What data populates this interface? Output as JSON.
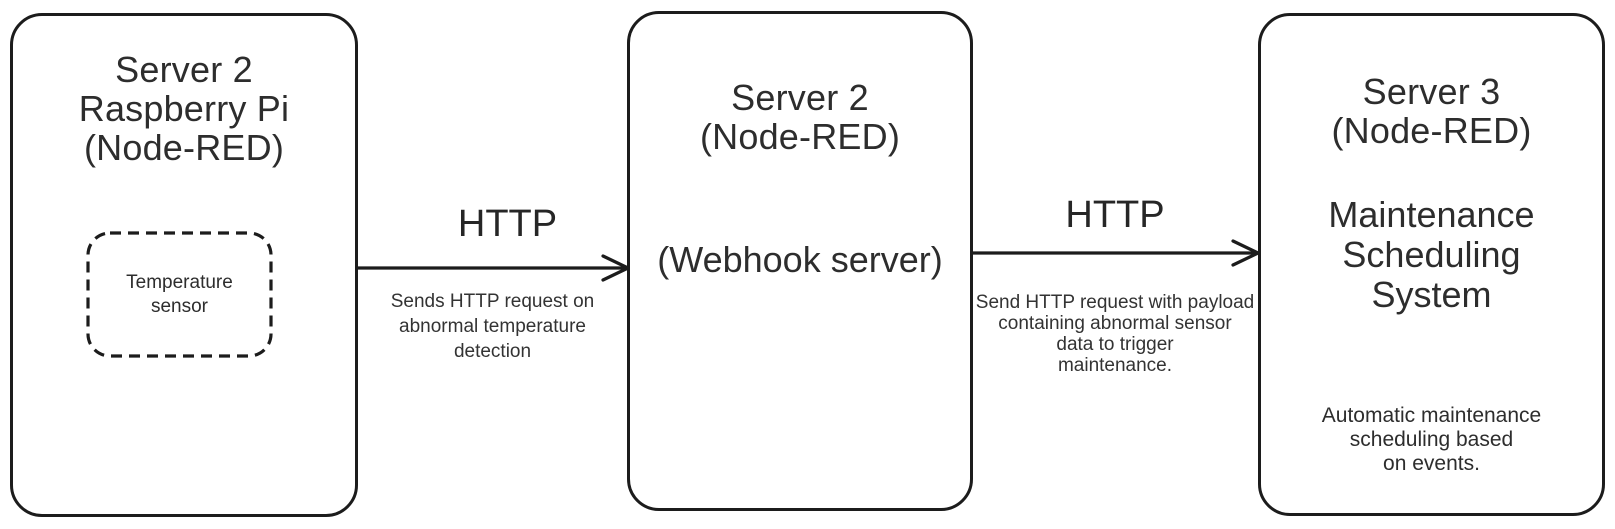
{
  "diagram": {
    "background_color": "#ffffff",
    "stroke_color": "#1c1c1c",
    "text_color": "#2d2d2d",
    "nodes": {
      "sensor_server": {
        "title": "Server 2\nRaspberry Pi\n(Node-RED)",
        "sensor_label": "Temperature\nsensor"
      },
      "webhook_server": {
        "title": "Server 2\n(Node-RED)",
        "subtitle": "(Webhook server)"
      },
      "maintenance_server": {
        "title": "Server 3\n(Node-RED)",
        "system_name": "Maintenance\nScheduling\nSystem",
        "note": "Automatic maintenance\nscheduling based\non events."
      }
    },
    "connections": [
      {
        "label": "HTTP",
        "description": "Sends HTTP request on\nabnormal temperature\ndetection"
      },
      {
        "label": "HTTP",
        "description": "Send HTTP request with payload\ncontaining abnormal sensor\ndata to trigger\nmaintenance."
      }
    ]
  }
}
